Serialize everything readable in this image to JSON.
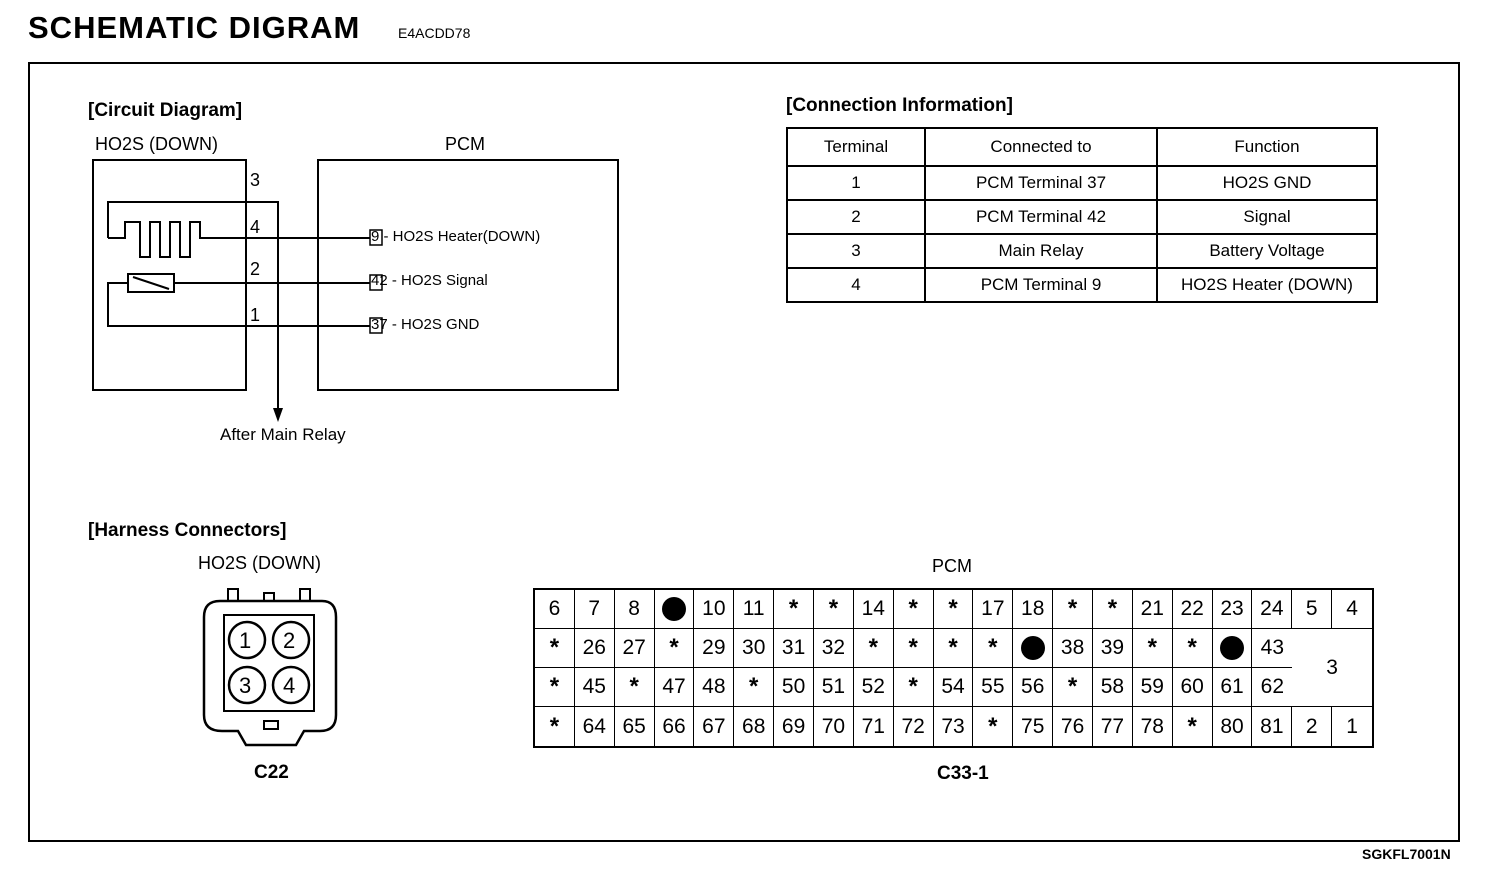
{
  "header": {
    "title": "SCHEMATIC DIGRAM",
    "code": "E4ACDD78"
  },
  "footer": {
    "doc_id": "SGKFL7001N"
  },
  "circuit": {
    "section": "[Circuit Diagram]",
    "sensor_label": "HO2S (DOWN)",
    "pcm_label": "PCM",
    "sensor_pins": [
      "3",
      "4",
      "2",
      "1"
    ],
    "pcm_terminals": [
      {
        "num": "9",
        "text": " - HO2S Heater(DOWN)"
      },
      {
        "num": "42",
        "text": " - HO2S Signal"
      },
      {
        "num": "37",
        "text": " - HO2S GND"
      }
    ],
    "relay_label": "After Main Relay"
  },
  "connection": {
    "section": "[Connection Information]",
    "headers": [
      "Terminal",
      "Connected to",
      "Function"
    ],
    "rows": [
      [
        "1",
        "PCM Terminal 37",
        "HO2S GND"
      ],
      [
        "2",
        "PCM Terminal 42",
        "Signal"
      ],
      [
        "3",
        "Main Relay",
        "Battery Voltage"
      ],
      [
        "4",
        "PCM Terminal 9",
        "HO2S Heater (DOWN)"
      ]
    ]
  },
  "harness": {
    "section": "[Harness Connectors]",
    "sensor_label": "HO2S (DOWN)",
    "sensor_pins": [
      "1",
      "2",
      "3",
      "4"
    ],
    "sensor_connector_id": "C22",
    "pcm_label": "PCM",
    "pcm_connector_id": "C33-1",
    "pcm_rows": [
      [
        "6",
        "7",
        "8",
        "●",
        "10",
        "11",
        "*",
        "*",
        "14",
        "*",
        "*",
        "17",
        "18",
        "*",
        "*",
        "21",
        "22",
        "23",
        "24",
        "5",
        "4"
      ],
      [
        "*",
        "26",
        "27",
        "*",
        "29",
        "30",
        "31",
        "32",
        "*",
        "*",
        "*",
        "*",
        "●",
        "38",
        "39",
        "*",
        "*",
        "●",
        "43"
      ],
      [
        "*",
        "45",
        "*",
        "47",
        "48",
        "*",
        "50",
        "51",
        "52",
        "*",
        "54",
        "55",
        "56",
        "*",
        "58",
        "59",
        "60",
        "61",
        "62"
      ],
      [
        "*",
        "64",
        "65",
        "66",
        "67",
        "68",
        "69",
        "70",
        "71",
        "72",
        "73",
        "*",
        "75",
        "76",
        "77",
        "78",
        "*",
        "80",
        "81",
        "2",
        "1"
      ]
    ],
    "pcm_big_cell": "3"
  }
}
